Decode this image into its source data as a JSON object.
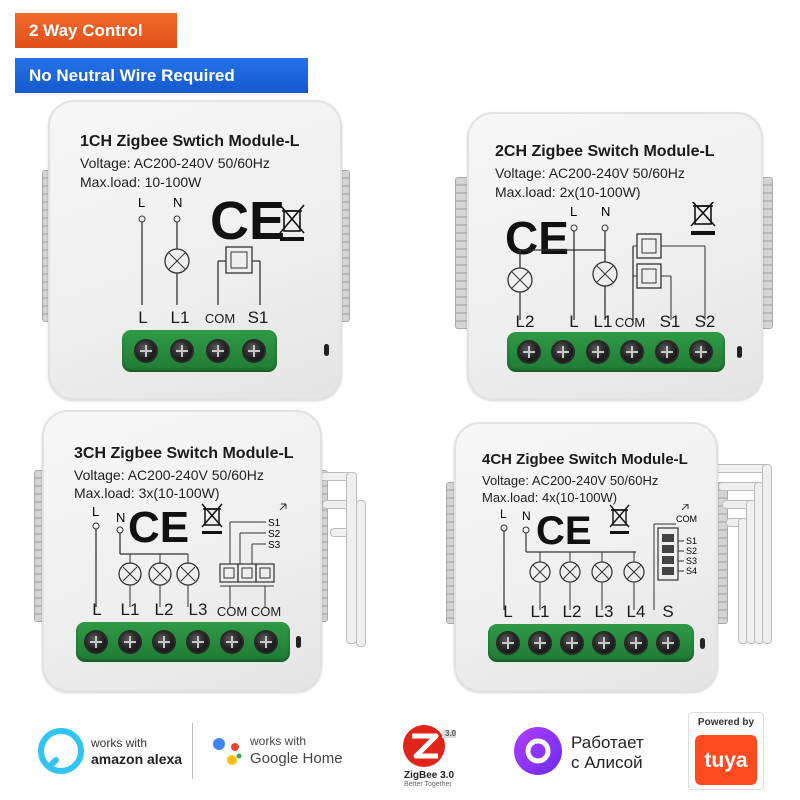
{
  "badges": {
    "primary": "2 Way Control",
    "secondary": "No Neutral Wire Required"
  },
  "colors": {
    "orange": "#e95a20",
    "blue": "#1b63d9",
    "terminal_green": "#2a8c3f",
    "alexa_blue": "#31c4f3",
    "tuya_orange": "#ff4b1f"
  },
  "modules": {
    "m1": {
      "title": "1CH Zigbee Swtich Module-L",
      "voltage": "Voltage: AC200-240V 50/60Hz",
      "load": "Max.load: 10-100W",
      "top_labels": [
        "L",
        "N"
      ],
      "terminals": [
        "L",
        "L1",
        "COM",
        "S1"
      ]
    },
    "m2": {
      "title": "2CH Zigbee Switch Module-L",
      "voltage": "Voltage: AC200-240V 50/60Hz",
      "load": "Max.load: 2x(10-100W)",
      "top_labels": [
        "L",
        "N"
      ],
      "terminals": [
        "L2",
        "L",
        "L1",
        "COM",
        "S1",
        "S2"
      ]
    },
    "m3": {
      "title": "3CH Zigbee Switch Module-L",
      "voltage": "Voltage: AC200-240V 50/60Hz",
      "load": "Max.load: 3x(10-100W)",
      "top_labels": [
        "L",
        "N"
      ],
      "switch_labels": [
        "S1",
        "S2",
        "S3"
      ],
      "terminals": [
        "L",
        "L1",
        "L2",
        "L3",
        "COM",
        "COM"
      ]
    },
    "m4": {
      "title": "4CH Zigbee Switch Module-L",
      "voltage": "Voltage: AC200-240V 50/60Hz",
      "load": "Max.load: 4x(10-100W)",
      "top_labels": [
        "L",
        "N"
      ],
      "switch_labels": [
        "COM",
        "S1",
        "S2",
        "S3",
        "S4"
      ],
      "terminals": [
        "L",
        "L1",
        "L2",
        "L3",
        "L4",
        "S"
      ]
    }
  },
  "marks": {
    "ce": "CE"
  },
  "footer": {
    "alexa_line1": "works with",
    "alexa_line2": "amazon alexa",
    "google_line1": "works with",
    "google_line2": "Google Home",
    "zigbee_version": "3.0",
    "zigbee_name": "ZigBee 3.0",
    "zigbee_tagline": "Better Together",
    "alice_line1": "Работает",
    "alice_line2": "с Алисой",
    "tuya_powered": "Powered by",
    "tuya_name": "tuya"
  }
}
